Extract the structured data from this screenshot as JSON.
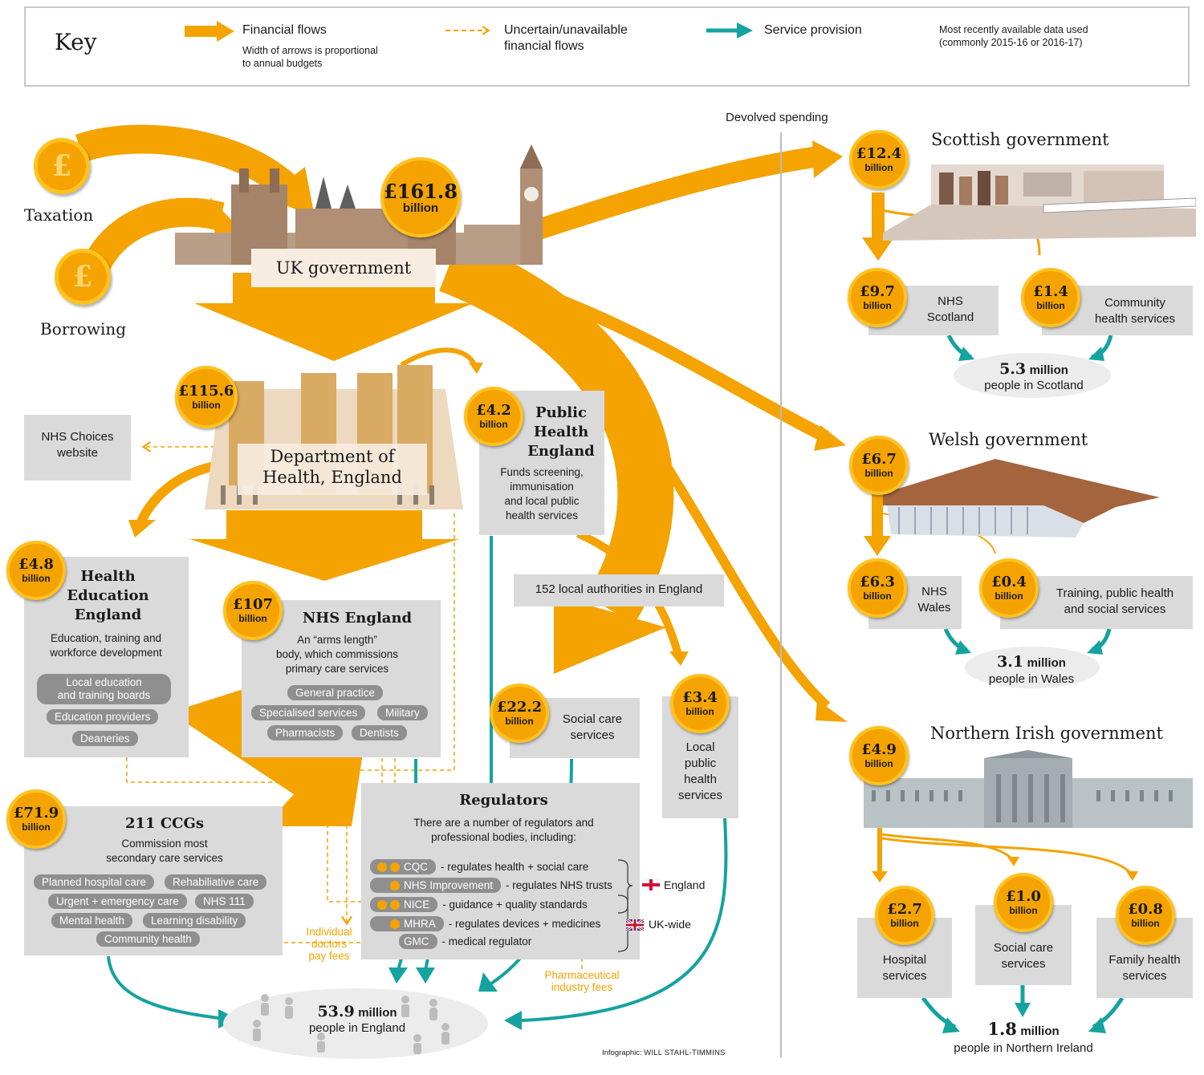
{
  "key": {
    "title": "Key",
    "financial_flows": "Financial flows",
    "financial_flows_note_1": "Width of arrows is proportional",
    "financial_flows_note_2": "to annual budgets",
    "uncertain_1": "Uncertain/unavailable",
    "uncertain_2": "financial flows",
    "service_provision": "Service provision",
    "data_note_1": "Most recently available data used",
    "data_note_2": "(commonly 2015-16 or 2016-17)"
  },
  "sources": {
    "taxation": "Taxation",
    "borrowing": "Borrowing",
    "pound_symbol": "£"
  },
  "devolved_label": "Devolved spending",
  "uk_gov": {
    "amount": "£161.8",
    "unit": "billion",
    "name": "UK government"
  },
  "doh": {
    "amount": "£115.6",
    "unit": "billion",
    "name_1": "Department of",
    "name_2": "Health, England"
  },
  "nhs_choices": {
    "line1": "NHS Choices",
    "line2": "website"
  },
  "phe": {
    "amount": "£4.2",
    "unit": "billion",
    "name_1": "Public",
    "name_2": "Health",
    "name_3": "England",
    "desc_1": "Funds screening,",
    "desc_2": "immunisation",
    "desc_3": "and local public",
    "desc_4": "health services"
  },
  "local_authorities": "152 local authorities in England",
  "hee": {
    "amount": "£4.8",
    "unit": "billion",
    "name_1": "Health",
    "name_2": "Education",
    "name_3": "England",
    "desc_1": "Education, training and",
    "desc_2": "workforce development",
    "pill_1a": "Local education",
    "pill_1b": "and training boards",
    "pill_2": "Education providers",
    "pill_3": "Deaneries"
  },
  "nhs_england": {
    "amount": "£107",
    "unit": "billion",
    "name": "NHS England",
    "desc_1": "An “arms length”",
    "desc_2": "body, which commissions",
    "desc_3": "primary care services",
    "pills": [
      "General practice",
      "Specialised services",
      "Military",
      "Pharmacists",
      "Dentists"
    ]
  },
  "social_care": {
    "amount": "£22.2",
    "unit": "billion",
    "line1": "Social care",
    "line2": "services"
  },
  "local_ph": {
    "amount": "£3.4",
    "unit": "billion",
    "line1": "Local",
    "line2": "public",
    "line3": "health",
    "line4": "services"
  },
  "ccgs": {
    "amount": "£71.9",
    "unit": "billion",
    "name": "211 CCGs",
    "desc_1": "Commission most",
    "desc_2": "secondary care services",
    "pills": [
      "Planned hospital care",
      "Rehabiliative care",
      "Urgent + emergency care",
      "NHS 111",
      "Mental health",
      "Learning disability",
      "Community health"
    ]
  },
  "regulators": {
    "title": "Regulators",
    "desc_1": "There are a number of regulators and",
    "desc_2": "professional bodies, including:",
    "rows": [
      {
        "name": "CQC",
        "desc": "- regulates health + social care"
      },
      {
        "name": "NHS Improvement",
        "desc": "- regulates NHS trusts"
      },
      {
        "name": "NICE",
        "desc": "- guidance + quality standards"
      },
      {
        "name": "MHRA",
        "desc": "- regulates devices + medicines"
      },
      {
        "name": "GMC",
        "desc": "- medical regulator"
      }
    ],
    "england": "England",
    "uk_wide": "UK-wide"
  },
  "doctors_fees": {
    "line1": "Individual",
    "line2": "doctors",
    "line3": "pay fees"
  },
  "pharma_fees": {
    "line1": "Pharmaceutical",
    "line2": "industry fees"
  },
  "england_people": {
    "number": "53.9",
    "unit": "million",
    "text": "people in England"
  },
  "credit": {
    "label": "Infographic:",
    "name": "WILL STAHL-TIMMINS"
  },
  "scotland": {
    "title": "Scottish government",
    "amount": "£12.4",
    "unit": "billion",
    "nhs_amount": "£9.7",
    "nhs_1": "NHS",
    "nhs_2": "Scotland",
    "comm_amount": "£1.4",
    "comm_1": "Community",
    "comm_2": "health services",
    "people_number": "5.3",
    "people_unit": "million",
    "people_text": "people in Scotland"
  },
  "wales": {
    "title": "Welsh government",
    "amount": "£6.7",
    "unit": "billion",
    "nhs_amount": "£6.3",
    "nhs_1": "NHS",
    "nhs_2": "Wales",
    "train_amount": "£0.4",
    "train_1": "Training, public health",
    "train_2": "and social services",
    "people_number": "3.1",
    "people_unit": "million",
    "people_text": "people in Wales"
  },
  "ni": {
    "title": "Northern Irish government",
    "amount": "£4.9",
    "unit": "billion",
    "hosp_amount": "£2.7",
    "hosp_1": "Hospital",
    "hosp_2": "services",
    "social_amount": "£1.0",
    "social_1": "Social care",
    "social_2": "services",
    "family_amount": "£0.8",
    "family_1": "Family health",
    "family_2": "services",
    "people_number": "1.8",
    "people_unit": "million",
    "people_text": "people in Northern Ireland"
  },
  "colors": {
    "orange": "#f4a300",
    "gold": "#ffc21f",
    "teal": "#14a3a0",
    "grey_box": "#dadada",
    "pill": "#8f8f8f"
  },
  "icons": [
    "pound-coin-icon",
    "england-flag-icon",
    "union-flag-icon",
    "people-crowd-icon"
  ]
}
